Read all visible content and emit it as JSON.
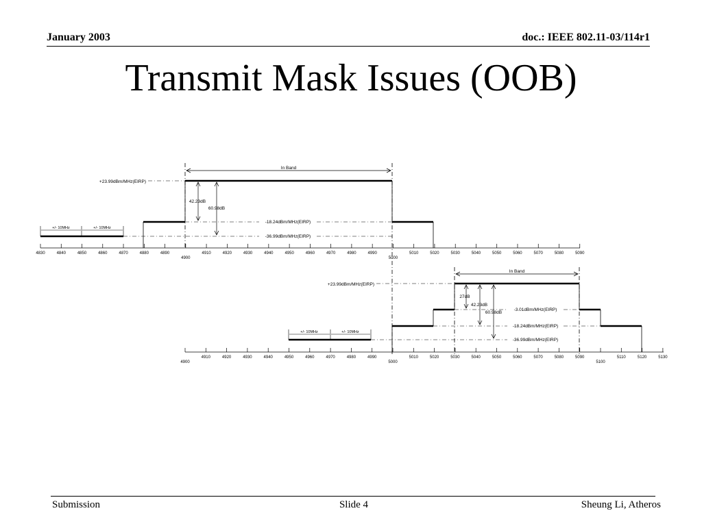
{
  "header": {
    "date": "January 2003",
    "doc_id": "doc.: IEEE 802.11-03/114r1"
  },
  "title": "Transmit Mask Issues (OOB)",
  "footer": {
    "left": "Submission",
    "center": "Slide 4",
    "right": "Sheung Li, Atheros"
  },
  "diagram": {
    "top_mask": {
      "in_band_label": "In Band",
      "levels": {
        "high": "+23.99dBm/MHz(EIRP)",
        "mid": "-18.24dBm/MHz(EIRP)",
        "low": "-36.99dBm/MHz(EIRP)"
      },
      "deltas": [
        "42.23dB",
        "60.98dB"
      ],
      "offset_labels": [
        "+/- 10MHz",
        "+/- 10MHz"
      ],
      "ticks": [
        "4830",
        "4840",
        "4850",
        "4860",
        "4870",
        "4880",
        "4890",
        "4900",
        "4910",
        "4920",
        "4930",
        "4940",
        "4950",
        "4960",
        "4970",
        "4980",
        "4990",
        "5000",
        "5010",
        "5020",
        "5030",
        "5040",
        "5050",
        "5060",
        "5070",
        "5080",
        "5090"
      ]
    },
    "bottom_mask": {
      "in_band_label": "In Band",
      "levels": {
        "high": "+23.99dBm/MHz(EIRP)",
        "upper_mid": "-3.01dBm/MHz(EIRP)",
        "mid": "-18.24dBm/MHz(EIRP)",
        "low": "-36.99dBm/MHz(EIRP)"
      },
      "deltas": [
        "27dB",
        "42.23dB",
        "60.98dB"
      ],
      "offset_labels": [
        "+/- 10MHz",
        "+/- 10MHz"
      ],
      "ticks": [
        "4900",
        "4910",
        "4920",
        "4930",
        "4940",
        "4950",
        "4960",
        "4970",
        "4980",
        "4990",
        "5000",
        "5010",
        "5020",
        "5030",
        "5040",
        "5050",
        "5060",
        "5070",
        "5080",
        "5090",
        "5100",
        "5110",
        "5120",
        "5130"
      ]
    }
  }
}
